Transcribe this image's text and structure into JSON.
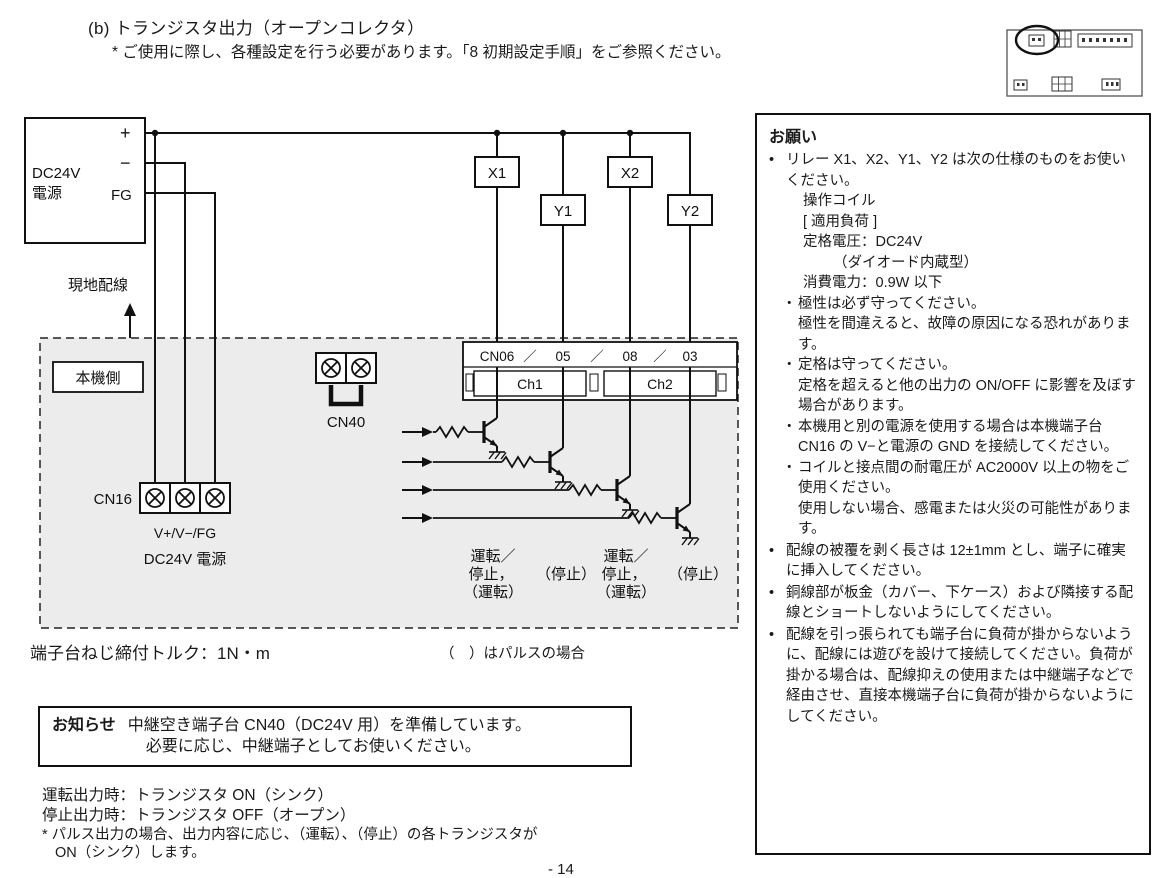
{
  "page": {
    "heading": "(b) トランジスタ出力（オープンコレクタ）",
    "subnote": "* ご使用に際し、各種設定を行う必要があります。「8 初期設定手順」をご参照ください。",
    "page_number": "- 14"
  },
  "diagram": {
    "power_supply": {
      "name": "DC24V",
      "name2": "電源",
      "terminal_plus": "+",
      "terminal_minus": "−",
      "terminal_fg": "FG"
    },
    "field_wiring_label": "現地配線",
    "unit_side_label": "本機側",
    "relays": [
      "X1",
      "Y1",
      "X2",
      "Y2"
    ],
    "cn40": {
      "label": "CN40"
    },
    "cn16": {
      "label": "CN16",
      "terminals": "V+/V−/FG",
      "power": "DC24V 電源"
    },
    "connector_parts": [
      "CN06",
      "／",
      "05",
      "／",
      "08",
      "／",
      "03"
    ],
    "channels": [
      "Ch1",
      "Ch2"
    ],
    "output_labels": [
      [
        "運転／",
        "停止，",
        "（運転）"
      ],
      [
        "（停止）"
      ],
      [
        "運転／",
        "停止，",
        "（運転）"
      ],
      [
        "（停止）"
      ]
    ],
    "torque_note": "端子台ねじ締付トルク：1N・m",
    "pulse_note": "（　）はパルスの場合"
  },
  "notice": {
    "title": "お知らせ",
    "line1": "中継空き端子台 CN40（DC24V 用）を準備しています。",
    "line2": "必要に応じ、中継端子としてお使いください。"
  },
  "footer_notes": {
    "line1": "運転出力時：トランジスタ ON（シンク）",
    "line2": "停止出力時：トランジスタ OFF（オープン）",
    "line3": "* パルス出力の場合、出力内容に応じ、（運転）、（停止）の各トランジスタが",
    "line4": "ON（シンク）します。"
  },
  "request_panel": {
    "title": "お願い",
    "bullet_char": "•",
    "sub_char": "・",
    "items": [
      {
        "level": "bullet",
        "text": "リレー X1、X2、Y1、Y2 は次の仕様のものをお使いください。"
      },
      {
        "level": "lv2",
        "text": "操作コイル"
      },
      {
        "level": "lv2",
        "text": "[ 適用負荷 ]"
      },
      {
        "level": "lv2",
        "text": "定格電圧：DC24V"
      },
      {
        "level": "lv3",
        "text": "（ダイオード内蔵型）"
      },
      {
        "level": "lv2",
        "text": "消費電力：0.9W 以下"
      },
      {
        "level": "sub",
        "text": "極性は必ず守ってください。"
      },
      {
        "level": "subc",
        "text": "極性を間違えると、故障の原因になる恐れがあります。"
      },
      {
        "level": "sub",
        "text": "定格は守ってください。"
      },
      {
        "level": "subc",
        "text": "定格を超えると他の出力の ON/OFF に影響を及ぼす場合があります。"
      },
      {
        "level": "sub",
        "text": "本機用と別の電源を使用する場合は本機端子台 CN16 の V−と電源の GND を接続してください。"
      },
      {
        "level": "sub",
        "text": "コイルと接点間の耐電圧が AC2000V 以上の物をご使用ください。"
      },
      {
        "level": "subc",
        "text": "使用しない場合、感電または火災の可能性があります。"
      },
      {
        "level": "bullet",
        "text": "配線の被覆を剥く長さは 12±1mm とし、端子に確実に挿入してください。"
      },
      {
        "level": "bullet",
        "text": "銅線部が板金（カバー、下ケース）および隣接する配線とショートしないようにしてください。"
      },
      {
        "level": "bullet",
        "text": "配線を引っ張られても端子台に負荷が掛からないように、配線には遊びを設けて接続してください。負荷が掛かる場合は、配線抑えの使用または中継端子などで経由させ、直接本機端子台に負荷が掛からないようにしてください。"
      }
    ]
  }
}
